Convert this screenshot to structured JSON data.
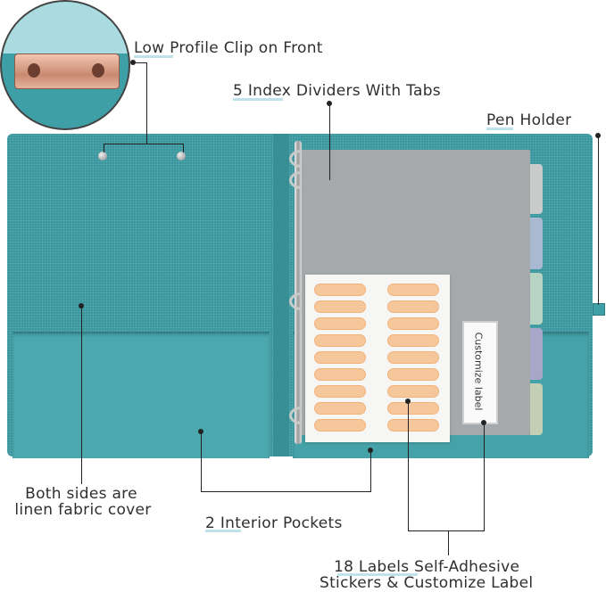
{
  "callouts": {
    "clip": "Low Profile Clip on Front",
    "dividers": "5 Index Dividers With Tabs",
    "pen": "Pen Holder",
    "fabric_line1": "Both sides are",
    "fabric_line2": "linen fabric cover",
    "pockets": "2 Interior Pockets",
    "labels_line1": "18 Labels Self-Adhesive",
    "labels_line2": "Stickers & Customize Label"
  },
  "binder": {
    "customize_label": "Customize label",
    "sticker_count": 18,
    "divider_count": 5
  },
  "colors": {
    "cover": "#3f9fa6",
    "divider": "#a6a9ab",
    "tab_colors": [
      "#c9cbcb",
      "#a9b9d2",
      "#b7d3c3",
      "#a8a7c9",
      "#c2cfb5"
    ],
    "sticker": "#f6c79a",
    "clip": "#d9a08a"
  }
}
